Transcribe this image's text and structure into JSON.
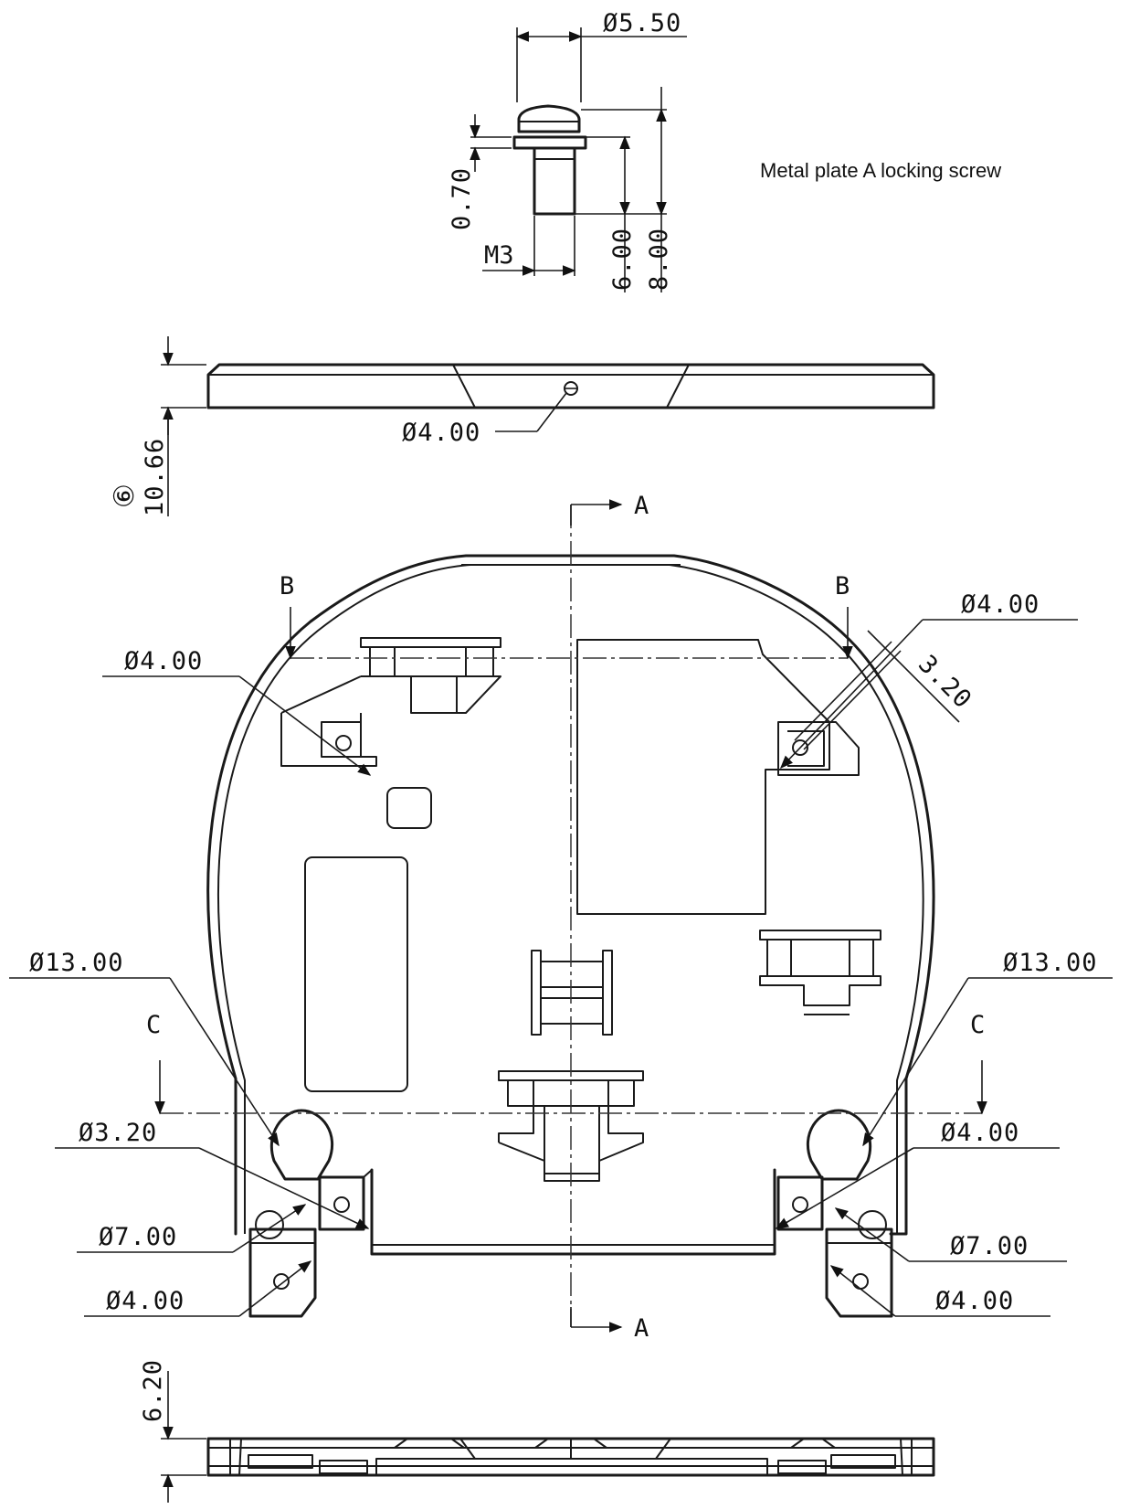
{
  "screw": {
    "title": "Metal plate A locking screw",
    "head_diameter": "Ø5.50",
    "washer_thickness": "0.70",
    "thread": "M3",
    "shank_length": "6.00",
    "total_length": "8.00"
  },
  "side_view": {
    "hole_diameter": "Ø4.00",
    "height": "10.66",
    "item_number": "⑥"
  },
  "plan_view": {
    "section_a_top": "A",
    "section_a_bottom": "A",
    "section_b_left": "B",
    "section_b_right": "B",
    "section_c_left": "C",
    "section_c_right": "C",
    "hole_upper_left": "Ø4.00",
    "hole_upper_right": "Ø4.00",
    "slot_width": "3.20",
    "large_hole_left": "Ø13.00",
    "large_hole_right": "Ø13.00",
    "small_hole_left": "Ø3.20",
    "mid_hole_right": "Ø4.00",
    "ring_left": "Ø7.00",
    "ring_right": "Ø7.00",
    "tab_hole_left": "Ø4.00",
    "tab_hole_right": "Ø4.00"
  },
  "front_view": {
    "height": "6.20"
  }
}
